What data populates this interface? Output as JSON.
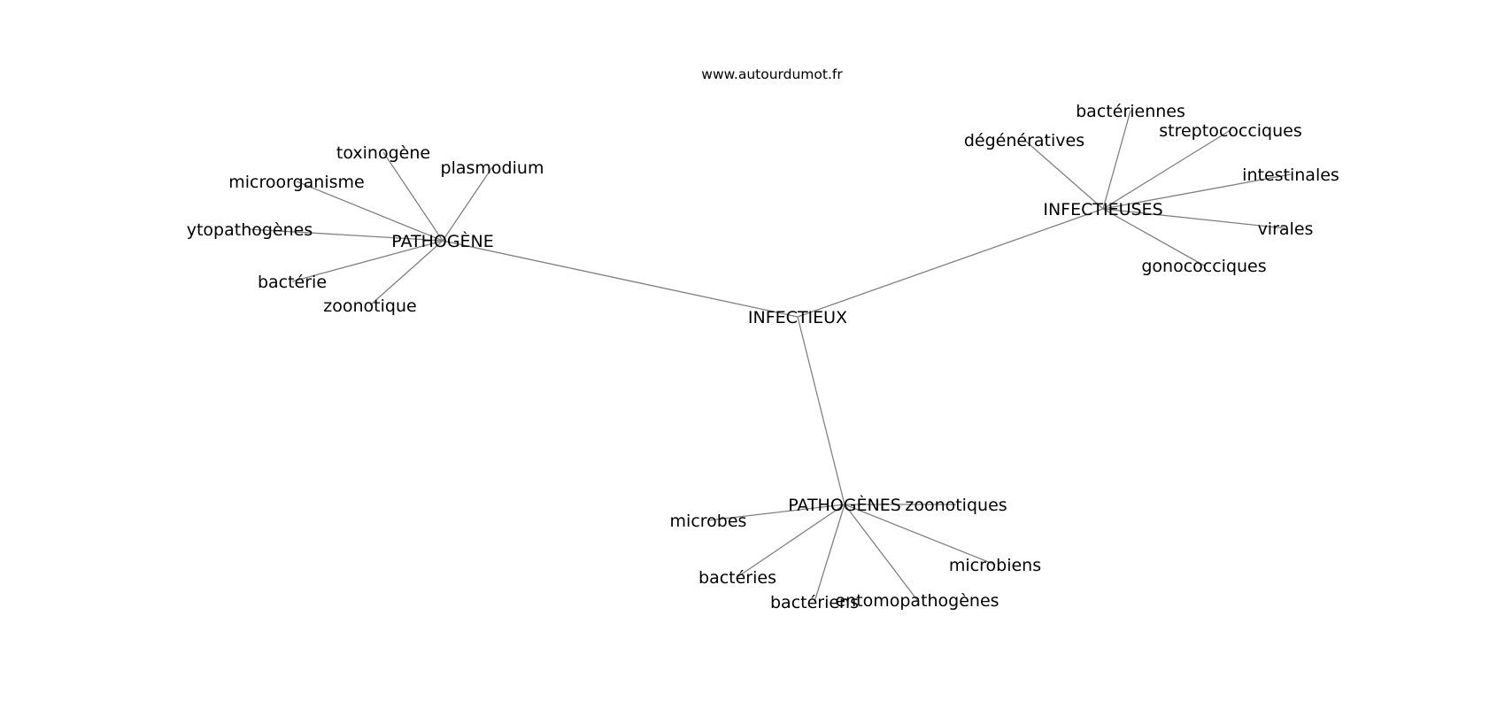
{
  "header": {
    "site": "www.autourdumot.fr"
  },
  "graph": {
    "root": "INFECTIEUX",
    "hubs": [
      {
        "label": "PATHOGÈNE",
        "leaves": [
          "toxinogène",
          "plasmodium",
          "microorganisme",
          "ytopathogènes",
          "bactérie",
          "zoonotique"
        ]
      },
      {
        "label": "INFECTIEUSES",
        "leaves": [
          "bactériennes",
          "dégénératives",
          "streptococciques",
          "intestinales",
          "virales",
          "gonococciques"
        ]
      },
      {
        "label": "PATHOGÈNES",
        "leaves": [
          "zoonotiques",
          "microbes",
          "microbiens",
          "bactéries",
          "bactériens",
          "entomopathogènes"
        ]
      }
    ]
  }
}
